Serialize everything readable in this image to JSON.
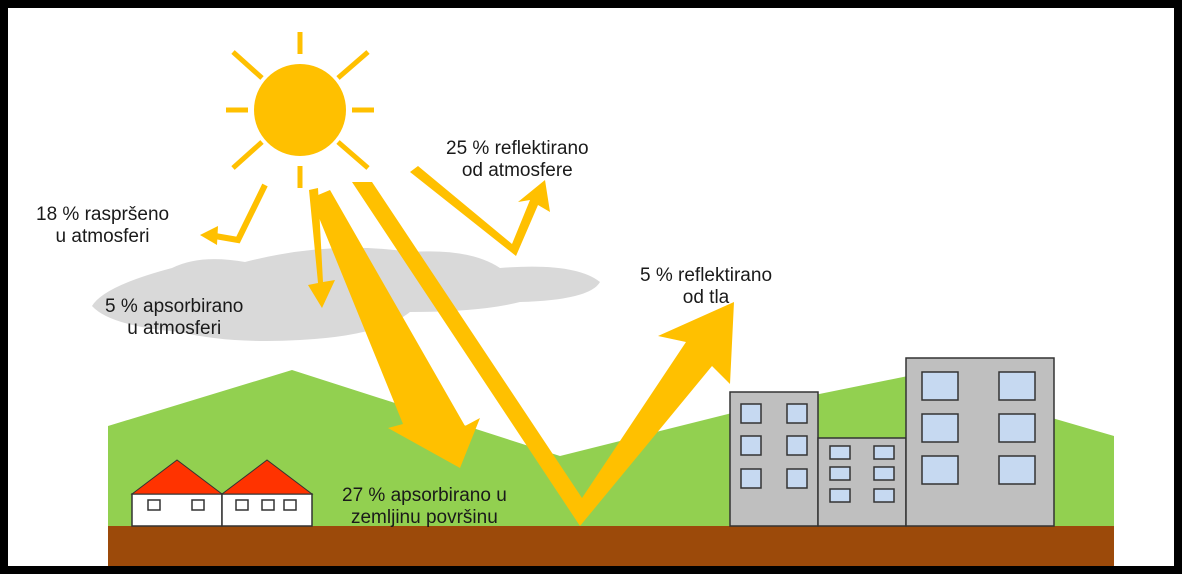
{
  "colors": {
    "frame": "#000000",
    "sun": "#FFC000",
    "arrow": "#FFC000",
    "cloud": "#D9D9D9",
    "hills": "#92D050",
    "ground": "#9C4A0A",
    "roof": "#FF3300",
    "building": "#BFBFBF",
    "window": "#C6D9F1"
  },
  "icons": {
    "sun": "sun-icon",
    "cloud": "cloud-shape",
    "house": "house-icon",
    "building": "building-icon"
  },
  "labels": {
    "scattered": [
      "18 % raspršeno",
      "u atmosferi"
    ],
    "absorbed_atmosphere": [
      "5 % apsorbirano",
      "u atmosferi"
    ],
    "reflected_atmosphere": [
      "25 % reflektirano",
      "od atmosfere"
    ],
    "reflected_ground": [
      "5 % reflektirano",
      "od tla"
    ],
    "absorbed_surface": [
      "27 % apsorbirano u",
      "zemljinu površinu"
    ]
  }
}
